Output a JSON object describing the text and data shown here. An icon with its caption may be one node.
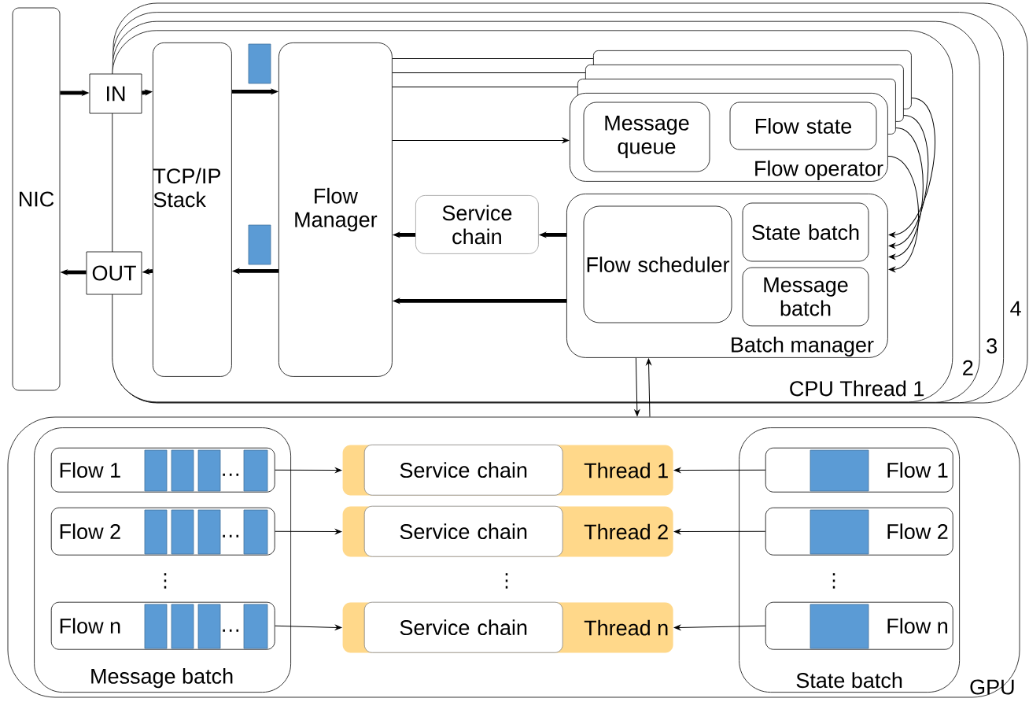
{
  "diagram": {
    "nodes": [
      {
        "text": [
          "NIC"
        ]
      },
      {
        "text": [
          "CPU Thread 1"
        ],
        "in": 2
      },
      {
        "text": [
          "2"
        ],
        "in": 3
      },
      {
        "text": [
          "3"
        ],
        "in": 4
      },
      {
        "text": [
          "4"
        ]
      },
      {
        "text": [
          "IN"
        ]
      },
      {
        "text": [
          "OUT"
        ]
      },
      {
        "text": [
          "TCP/IP Stack"
        ],
        "in": 1
      },
      {
        "text": [
          "Flow Manager"
        ],
        "in": 1
      },
      {
        "text": [
          "Service chain"
        ],
        "in": 1
      },
      {
        "text": [],
        "shape": "box",
        "in": 1
      },
      {
        "text": [],
        "shape": "box",
        "in": 1
      },
      {
        "text": [],
        "shape": "box",
        "in": 1
      },
      {
        "text": [
          "Flow operator"
        ],
        "in": 1
      },
      {
        "text": [
          "Message queue"
        ],
        "in": 13
      },
      {
        "text": [
          "Flow state"
        ],
        "in": 13
      },
      {
        "text": [
          "Batch manager"
        ],
        "in": 1
      },
      {
        "text": [
          "Flow scheduler"
        ],
        "in": 16
      },
      {
        "text": [
          "State batch"
        ],
        "in": 16
      },
      {
        "text": [
          "Message batch"
        ],
        "in": 16
      },
      {
        "text": [
          "GPU"
        ]
      },
      {
        "text": [
          "Message batch"
        ],
        "in": 20
      },
      {
        "text": [
          "Flow 1",
          "…"
        ],
        "in": 21
      },
      {
        "text": [
          "Flow 2",
          "…"
        ],
        "in": 21
      },
      {
        "text": [
          "Flow n",
          "…"
        ],
        "in": 21
      },
      {
        "text": [
          "Thread 1"
        ],
        "in": 20
      },
      {
        "text": [
          "Service chain"
        ],
        "in": 25
      },
      {
        "text": [
          "Thread 2"
        ],
        "in": 20
      },
      {
        "text": [
          "Service chain"
        ],
        "in": 27
      },
      {
        "text": [
          "Thread n"
        ],
        "in": 20
      },
      {
        "text": [
          "Service chain"
        ],
        "in": 29
      },
      {
        "text": [
          "State batch"
        ],
        "in": 20
      },
      {
        "text": [
          "Flow 1"
        ],
        "in": 31
      },
      {
        "text": [
          "Flow 2"
        ],
        "in": 31
      },
      {
        "text": [
          "Flow n"
        ],
        "in": 31
      }
    ],
    "edges": [
      {
        "from": 0,
        "to": 5,
        "arrow": "to",
        "style": "thick"
      },
      {
        "from": 5,
        "to": 7,
        "arrow": "to",
        "style": "thick"
      },
      {
        "from": 7,
        "to": 8,
        "arrow": "to",
        "style": "thick"
      },
      {
        "from": 8,
        "to": 7,
        "arrow": "to",
        "style": "thick"
      },
      {
        "from": 7,
        "to": 6,
        "arrow": "to",
        "style": "thick"
      },
      {
        "from": 6,
        "to": 0,
        "arrow": "to",
        "style": "thick"
      },
      {
        "from": 8,
        "to": 12,
        "arrow": "none"
      },
      {
        "from": 8,
        "to": 11,
        "arrow": "none"
      },
      {
        "from": 8,
        "to": 10,
        "arrow": "none"
      },
      {
        "from": 8,
        "to": 13,
        "arrow": "to"
      },
      {
        "from": 12,
        "to": 16,
        "arrow": "to"
      },
      {
        "from": 11,
        "to": 16,
        "arrow": "to"
      },
      {
        "from": 10,
        "to": 16,
        "arrow": "to"
      },
      {
        "from": 13,
        "to": 16,
        "arrow": "to"
      },
      {
        "from": 16,
        "to": 9,
        "arrow": "to",
        "style": "thick"
      },
      {
        "from": 9,
        "to": 8,
        "arrow": "to",
        "style": "thick"
      },
      {
        "from": 16,
        "to": 8,
        "arrow": "to",
        "style": "thick"
      },
      {
        "from": 16,
        "to": 20,
        "arrow": "to"
      },
      {
        "from": 20,
        "to": 16,
        "arrow": "to"
      },
      {
        "from": 22,
        "to": 25,
        "arrow": "to"
      },
      {
        "from": 23,
        "to": 27,
        "arrow": "to"
      },
      {
        "from": 24,
        "to": 29,
        "arrow": "to"
      },
      {
        "from": 32,
        "to": 25,
        "arrow": "to"
      },
      {
        "from": 33,
        "to": 27,
        "arrow": "to"
      },
      {
        "from": 34,
        "to": 29,
        "arrow": "to"
      }
    ],
    "labels": [
      "⋮",
      "⋮",
      "⋮"
    ]
  }
}
